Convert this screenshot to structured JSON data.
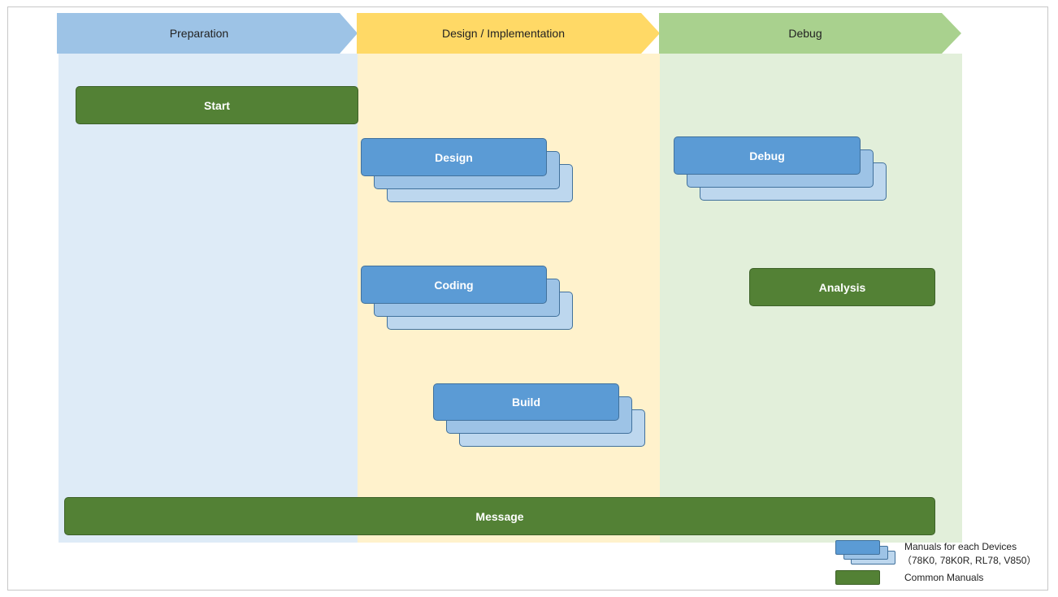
{
  "colors": {
    "preparation_arrow": "#9dc3e6",
    "preparation_lane": "#deebf7",
    "design_arrow": "#ffd966",
    "design_lane": "#fff2cc",
    "debug_arrow": "#a9d18e",
    "debug_lane": "#e2efda",
    "common_manual": "#538135",
    "device_manual": "#5b9bd5"
  },
  "phases": [
    {
      "label": "Preparation"
    },
    {
      "label": "Design / Implementation"
    },
    {
      "label": "Debug"
    }
  ],
  "nodes": {
    "start": "Start",
    "design": "Design",
    "coding": "Coding",
    "build": "Build",
    "debug": "Debug",
    "analysis": "Analysis",
    "message": "Message"
  },
  "legend": {
    "device_line1": "Manuals for each Devices",
    "device_line2": "（78K0, 78K0R, RL78, V850）",
    "common": "Common Manuals"
  }
}
